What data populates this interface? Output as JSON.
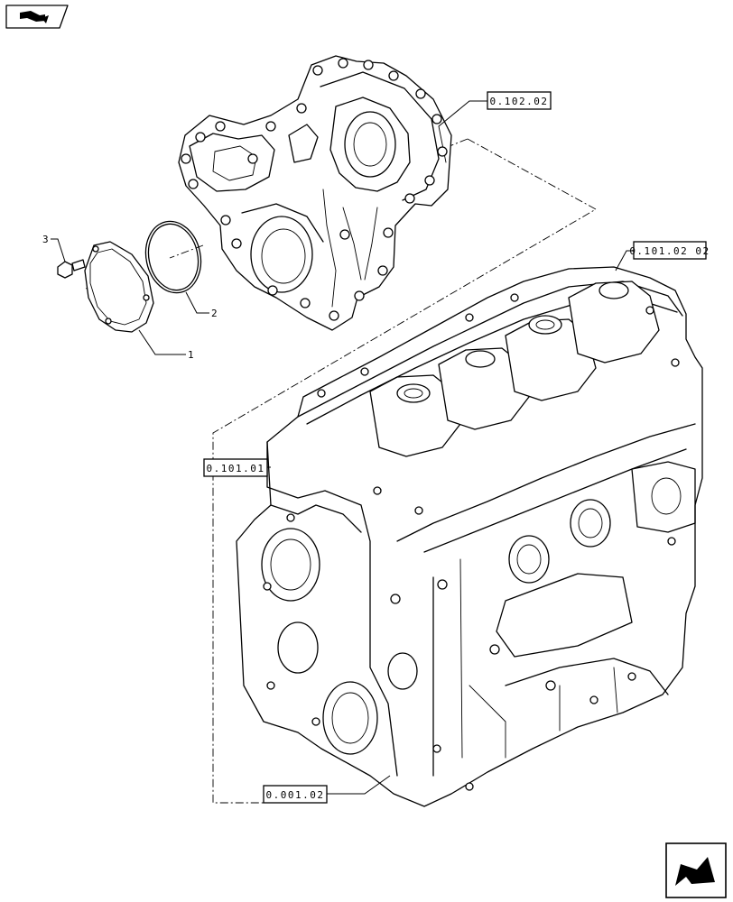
{
  "references": {
    "timing_cover": "0.102.02",
    "cylinder_head": "0.101.02 02",
    "crankcase": "0.101.01",
    "engine": "0.001.02"
  },
  "callouts": {
    "cover": "1",
    "o_ring": "2",
    "screw": "3"
  },
  "icons": {
    "top_left": "vehicle-page-icon",
    "bottom_right": "next-page-arrow-icon"
  }
}
